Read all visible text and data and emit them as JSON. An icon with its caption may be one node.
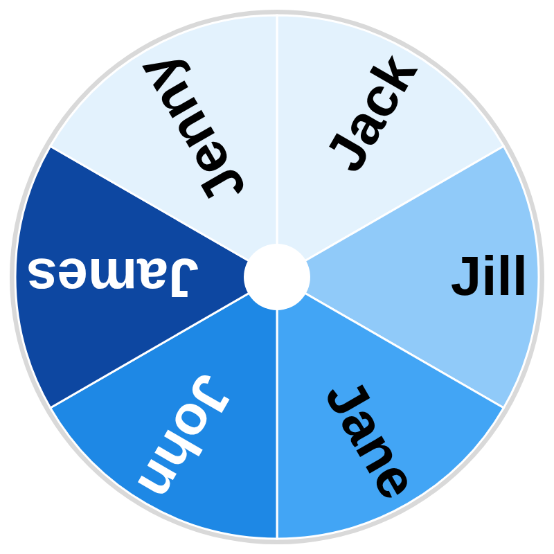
{
  "diagram": {
    "nodes": [
      {
        "text": [
          "Jack"
        ]
      },
      {
        "text": [
          "Jill"
        ]
      },
      {
        "text": [
          "Jane"
        ]
      },
      {
        "text": [
          "John"
        ]
      },
      {
        "text": [
          "James"
        ]
      },
      {
        "text": [
          "Jenny"
        ]
      }
    ]
  }
}
